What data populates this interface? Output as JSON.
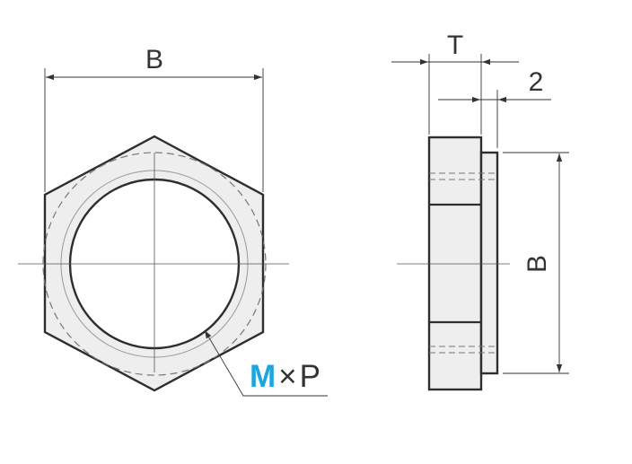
{
  "front_view": {
    "dimension_width_label": "B",
    "thread_callout": {
      "size_letter": "M",
      "times_sign": "×",
      "pitch_letter": "P"
    }
  },
  "side_view": {
    "dimension_thickness_label": "T",
    "dimension_flange_label": "2",
    "dimension_height_label": "B"
  },
  "colors": {
    "part_fill": "#eeeeee",
    "outline": "#2e2e2e",
    "dimension_line": "#333333",
    "hidden_line": "#777777",
    "accent": "#1ba6df"
  }
}
